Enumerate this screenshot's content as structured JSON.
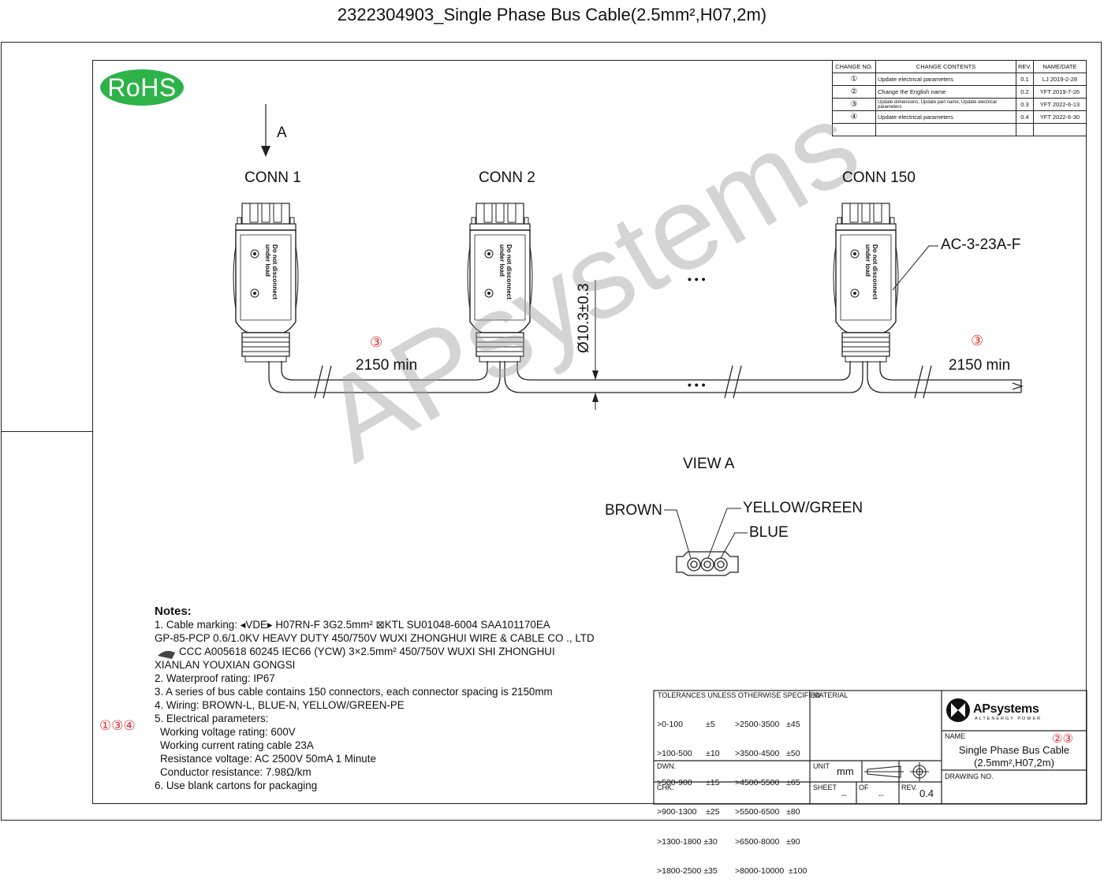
{
  "title": "2322304903_Single Phase Bus Cable(2.5mm²,H07,2m)",
  "rohs_logo": "RoHS",
  "watermark": "APsystems",
  "change_table": {
    "headers": [
      "CHANGE NO.",
      "CHANGE CONTENTS",
      "REV.",
      "NAME/DATE"
    ],
    "rows": [
      {
        "no": "①",
        "contents": "Update electrical parameters",
        "rev": "0.1",
        "name_date": "LJ 2019-2-28"
      },
      {
        "no": "②",
        "contents": "Change the English name",
        "rev": "0.2",
        "name_date": "YFT 2019-7-26"
      },
      {
        "no": "③",
        "contents": "Update dimensions; Update part name; Update electrical parameters",
        "rev": "0.3",
        "name_date": "YFT 2022-6-13"
      },
      {
        "no": "④",
        "contents": "Update electrical parameters",
        "rev": "0.4",
        "name_date": "YFT 2022-6-30"
      }
    ]
  },
  "drawing": {
    "arrow_label": "A",
    "conn1": "CONN 1",
    "conn2": "CONN 2",
    "conn150": "CONN 150",
    "part": "AC-3-23A-F",
    "ellipsis": "• • •",
    "dim1": "2150 min",
    "dim2": "2150 min",
    "diameter": "Ø10.3±0.3",
    "mark3": "③",
    "connector_text_1": "Do not disconnect",
    "connector_text_2": "under load",
    "view_label": "VIEW A",
    "brown": "BROWN",
    "yellow_green": "YELLOW/GREEN",
    "blue": "BLUE"
  },
  "notes": {
    "heading": "Notes:",
    "side_marks": "①③④",
    "lines": [
      "1. Cable marking: ◂VDE▸ H07RN-F 3G2.5mm²    ⊠KTL SU01048-6004 SAA101170EA",
      "GP-85-PCP 0.6/1.0KV  HEAVY DUTY 450/750V WUXI ZHONGHUI WIRE & CABLE CO ., LTD",
      "CCC A005618 60245 IEC66 (YCW) 3×2.5mm²  450/750V WUXI SHI ZHONGHUI",
      "XIANLAN YOUXIAN GONGSI",
      "2. Waterproof rating: IP67",
      "3. A series of bus cable contains 150 connectors, each connector spacing is 2150mm",
      "4. Wiring: BROWN-L, BLUE-N, YELLOW/GREEN-PE",
      "5. Electrical parameters:",
      "  Working voltage rating: 600V",
      "  Working current rating cable 23A",
      "  Resistance voltage: AC 2500V 50mA 1 Minute",
      "  Conductor resistance: 7.98Ω/km",
      "6. Use blank cartons for packaging"
    ]
  },
  "title_block": {
    "tolerance_header": "TOLERANCES UNLESS OTHERWISE SPECIFIED",
    "tolerances_left": [
      ">0-100          ±5",
      ">100-500      ±10",
      ">500-900      ±15",
      ">900-1300    ±25",
      ">1300-1800 ±30",
      ">1800-2500 ±35"
    ],
    "tolerances_right": [
      ">2500-3500   ±45",
      ">3500-4500   ±50",
      ">4500-5500   ±65",
      ">5500-6500   ±80",
      ">6500-8000   ±90",
      ">8000-10000  ±100"
    ],
    "material": "MATERIAL",
    "dwn": "DWN.",
    "chk": "CHK.",
    "unit": "UNIT",
    "unit_value": "mm",
    "sheet": "SHEET",
    "of": "OF",
    "sheet_value": "--",
    "of_value": "--",
    "rev": "REV.",
    "rev_value": "0.4",
    "company": "APsystems",
    "company_sub": "ALTENERGY POWER",
    "name_label": "NAME",
    "name_marks": "②③",
    "name_line1": "Single Phase Bus Cable",
    "name_line2": "(2.5mm²,H07,2m)",
    "drawing_no": "DRAWING NO."
  }
}
